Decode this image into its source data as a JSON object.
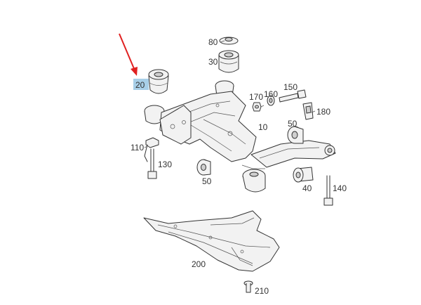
{
  "colors": {
    "line": "#333333",
    "arrow": "#e02020",
    "highlight": "#a8cfe8",
    "background": "#ffffff"
  },
  "highlighted_part": "20",
  "parts": {
    "p80": "80",
    "p30": "30",
    "p20": "20",
    "p170": "170",
    "p160": "160",
    "p150": "150",
    "p180": "180",
    "p10": "10",
    "p50a": "50",
    "p110": "110",
    "p130": "130",
    "p50b": "50",
    "p40": "40",
    "p140": "140",
    "p200": "200",
    "p210": "210"
  }
}
